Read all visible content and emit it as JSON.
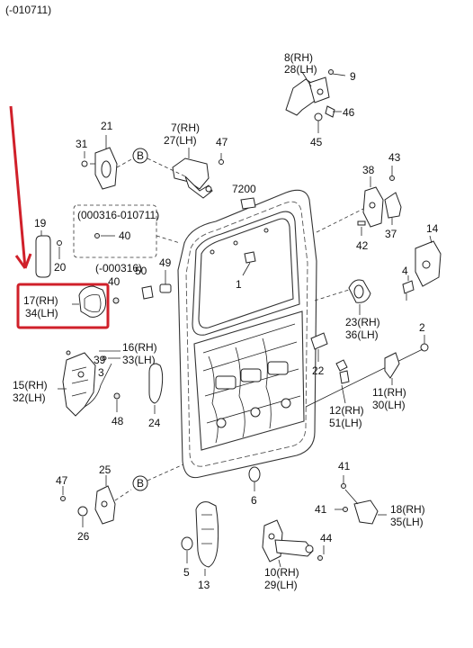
{
  "header": {
    "date_range": "(-010711)"
  },
  "callouts": {
    "c8": "8(RH)",
    "c28": "28(LH)",
    "c9": "9",
    "c46": "46",
    "c45": "45",
    "c21": "21",
    "c31": "31",
    "cB1": "B",
    "c7": "7(RH)",
    "c27": "27(LH)",
    "c47a": "47",
    "c7200": "7200",
    "c38": "38",
    "c43": "43",
    "c42": "42",
    "c37": "37",
    "c14": "14",
    "c4": "4",
    "c19": "19",
    "c20": "20",
    "range_box": "(000316-010711)",
    "c40a": "40",
    "range_small": "(-000316)",
    "c40b": "40",
    "c49": "49",
    "c50": "50",
    "c1": "1",
    "c17": "17(RH)",
    "c34": "34(LH)",
    "c23": "23(RH)",
    "c36": "36(LH)",
    "c2": "2",
    "c16": "16(RH)",
    "c33": "33(LH)",
    "c39": "39",
    "c3": "3",
    "c15": "15(RH)",
    "c32": "32(LH)",
    "c48": "48",
    "c24": "24",
    "c22": "22",
    "c11": "11(RH)",
    "c30": "30(LH)",
    "c12": "12(RH)",
    "c51": "51(LH)",
    "c25": "25",
    "c47b": "47",
    "cB2": "B",
    "c6": "6",
    "c26": "26",
    "c41a": "41",
    "c41b": "41",
    "c18": "18(RH)",
    "c35": "35(LH)",
    "c44": "44",
    "c5": "5",
    "c13": "13",
    "c10": "10(RH)",
    "c29": "29(LH)"
  },
  "highlight": {
    "color": "#d0202a"
  }
}
